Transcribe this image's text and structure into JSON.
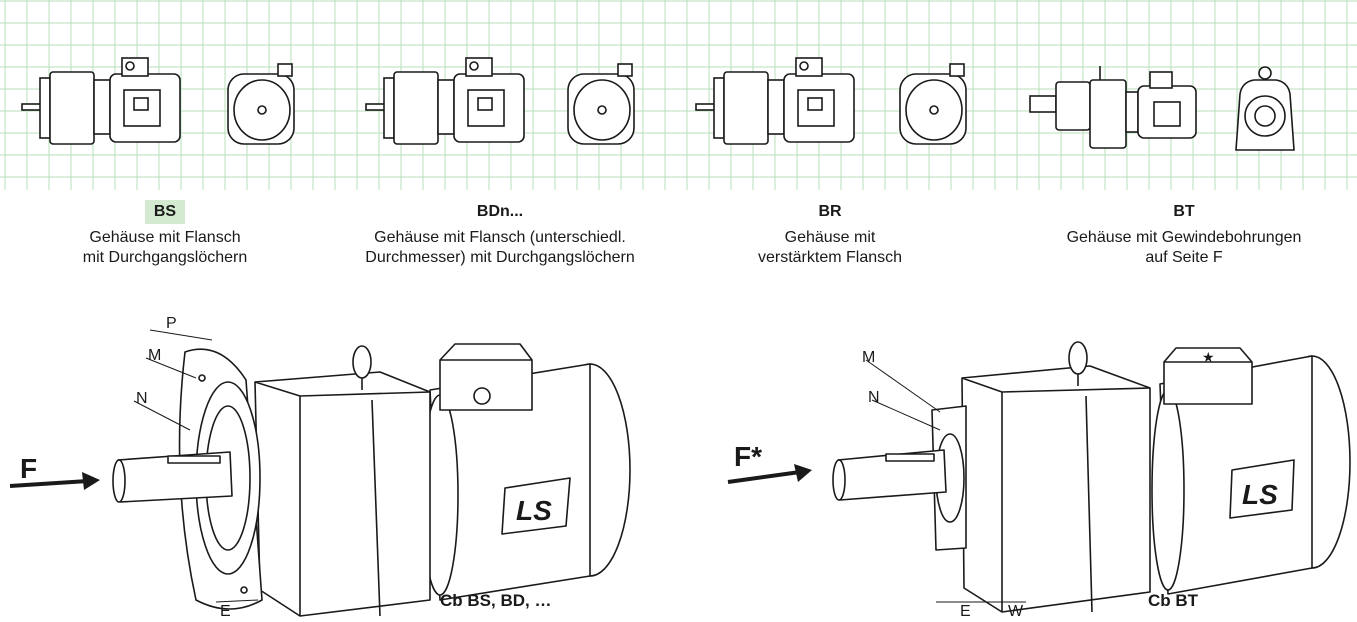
{
  "variants": [
    {
      "code": "BS",
      "line1": "Gehäuse mit Flansch",
      "line2": "mit Durchgangslöchern"
    },
    {
      "code": "BDn...",
      "line1": "Gehäuse mit Flansch (unterschiedl.",
      "line2": "Durchmesser) mit Durchgangslöchern"
    },
    {
      "code": "BR",
      "line1": "Gehäuse mit",
      "line2": "verstärktem Flansch"
    },
    {
      "code": "BT",
      "line1": "Gehäuse mit Gewindebohrungen",
      "line2": "auf Seite F"
    }
  ],
  "left_drawing": {
    "labels": {
      "p": "P",
      "m": "M",
      "n": "N",
      "e": "E",
      "f": "F"
    },
    "caption": "Cb BS, BD, …"
  },
  "right_drawing": {
    "labels": {
      "m": "M",
      "n": "N",
      "e": "E",
      "w": "W",
      "f": "F*"
    },
    "caption": "Cb BT"
  },
  "colors": {
    "grid": "#b9dfb8",
    "highlight": "#d3ead0",
    "ink": "#1a1a1a"
  }
}
